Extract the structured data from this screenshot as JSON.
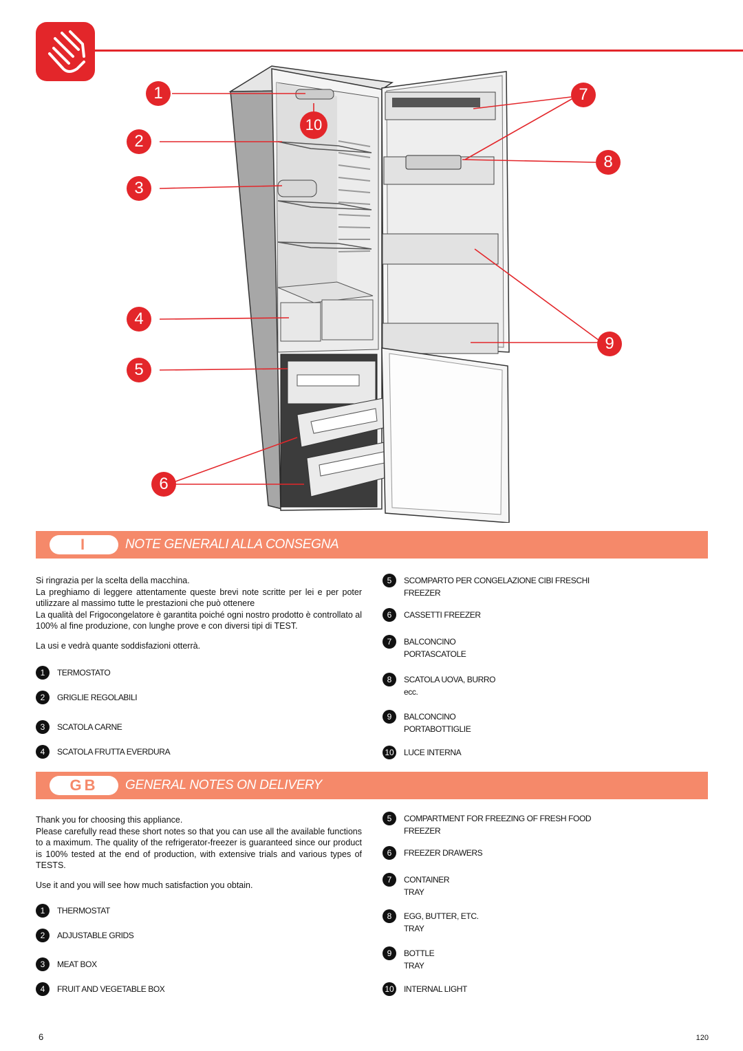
{
  "colors": {
    "accent": "#e3262a",
    "banner": "#f5896a"
  },
  "logo": {
    "icon": "hand-icon"
  },
  "diagram": {
    "callouts": [
      "1",
      "2",
      "3",
      "4",
      "5",
      "6",
      "7",
      "8",
      "9",
      "10"
    ]
  },
  "italian": {
    "code": "I",
    "title": "NOTE GENERALI ALLA CONSEGNA",
    "intro": [
      "Si ringrazia per la scelta della macchina.",
      "La preghiamo di leggere attentamente queste brevi note scritte per lei e per poter utilizzare al massimo tutte le prestazioni che può ottenere",
      "La qualità del Frigocongelatore è garantita poiché ogni nostro prodotto è controllato al 100% al fine produzione, con lunghe prove e con diversi tipi di TEST.",
      "La usi e vedrà quante soddisfazioni otterrà."
    ],
    "items": [
      {
        "n": "1",
        "label": "TERMOSTATO",
        "label2": ""
      },
      {
        "n": "2",
        "label": "GRIGLIE REGOLABILI",
        "label2": ""
      },
      {
        "n": "3",
        "label": "SCATOLA CARNE",
        "label2": ""
      },
      {
        "n": "4",
        "label": "SCATOLA FRUTTA EVERDURA",
        "label2": ""
      },
      {
        "n": "5",
        "label": "SCOMPARTO PER CONGELAZIONE CIBI FRESCHI",
        "label2": "FREEZER"
      },
      {
        "n": "6",
        "label": "CASSETTI FREEZER",
        "label2": ""
      },
      {
        "n": "7",
        "label": "BALCONCINO",
        "label2": "PORTASCATOLE"
      },
      {
        "n": "8",
        "label": "SCATOLA UOVA, BURRO",
        "label2": "ecc."
      },
      {
        "n": "9",
        "label": "BALCONCINO",
        "label2": "PORTABOTTIGLIE"
      },
      {
        "n": "10",
        "label": "LUCE INTERNA",
        "label2": ""
      }
    ]
  },
  "english": {
    "code": "GB",
    "title": "GENERAL NOTES ON DELIVERY",
    "intro": [
      "Thank you for choosing this appliance.",
      "Please carefully read these short notes so that you can use all the available functions to a maximum. The quality of the refrigerator-freezer is guaranteed since our product is 100% tested at the end of production, with extensive trials and various types of TESTS.",
      "Use it and you will see how much satisfaction you obtain."
    ],
    "items": [
      {
        "n": "1",
        "label": "THERMOSTAT",
        "label2": ""
      },
      {
        "n": "2",
        "label": "ADJUSTABLE GRIDS",
        "label2": ""
      },
      {
        "n": "3",
        "label": "MEAT BOX",
        "label2": ""
      },
      {
        "n": "4",
        "label": "FRUIT AND VEGETABLE BOX",
        "label2": ""
      },
      {
        "n": "5",
        "label": "COMPARTMENT FOR FREEZING OF FRESH FOOD",
        "label2": "FREEZER"
      },
      {
        "n": "6",
        "label": "FREEZER DRAWERS",
        "label2": ""
      },
      {
        "n": "7",
        "label": "CONTAINER",
        "label2": "TRAY"
      },
      {
        "n": "8",
        "label": "EGG, BUTTER, ETC.",
        "label2": "TRAY"
      },
      {
        "n": "9",
        "label": "BOTTLE",
        "label2": "TRAY"
      },
      {
        "n": "10",
        "label": "INTERNAL LIGHT",
        "label2": ""
      }
    ]
  },
  "footer": {
    "page": "6",
    "code": "120"
  }
}
